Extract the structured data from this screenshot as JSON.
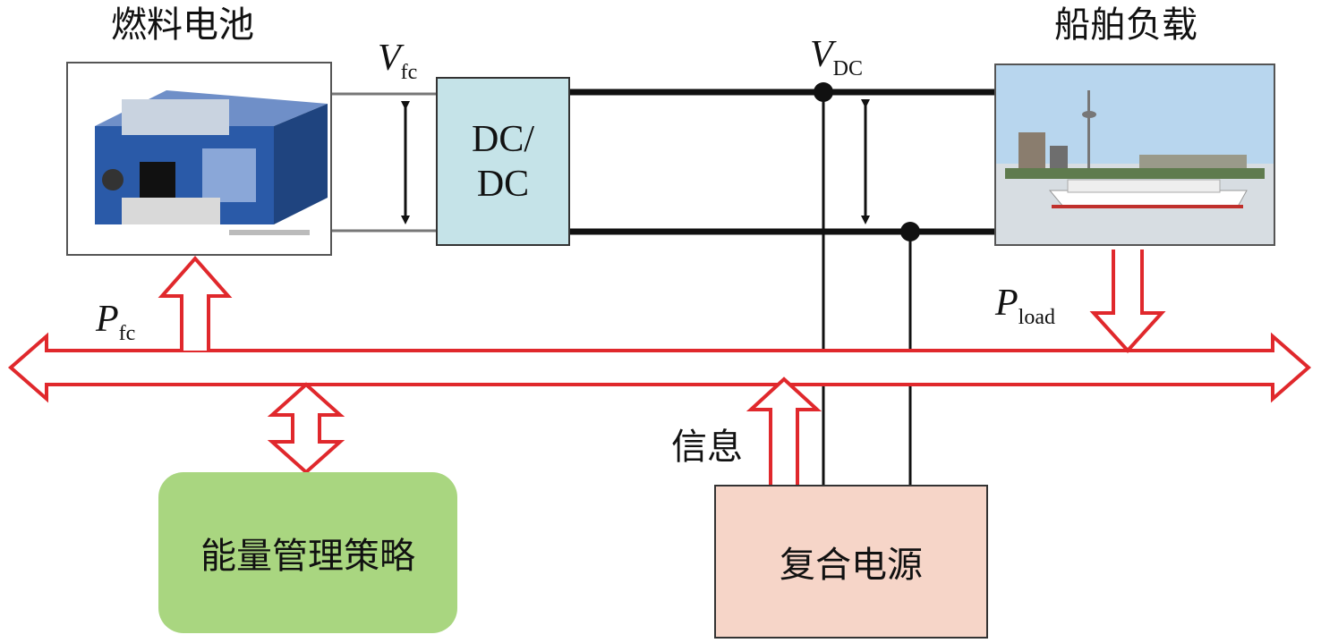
{
  "titles": {
    "fuel_cell": "燃料电池",
    "ship_load": "船舶负载"
  },
  "symbols": {
    "v_fc": {
      "main": "V",
      "sub": "fc"
    },
    "v_dc": {
      "main": "V",
      "sub": "DC"
    },
    "p_fc": {
      "main": "P",
      "sub": "fc"
    },
    "p_load": {
      "main": "P",
      "sub": "load"
    }
  },
  "blocks": {
    "dcdc_line1": "DC/",
    "dcdc_line2": "DC",
    "energy_management": "能量管理策略",
    "hybrid_power": "复合电源",
    "info_label": "信息"
  },
  "colors": {
    "bus_arrow": "#e0282c",
    "dcdc_fill": "#c5e3e8",
    "ems_fill": "#a9d680",
    "hps_fill": "#f6d5c8",
    "wire": "#111111"
  }
}
